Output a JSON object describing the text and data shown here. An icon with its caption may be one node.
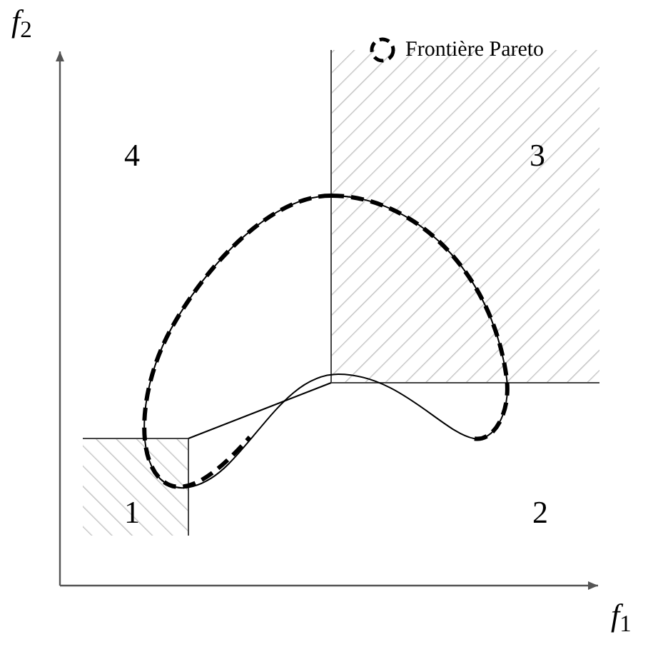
{
  "diagram": {
    "labels": [
      "*f*$_{2}$",
      "4",
      "3",
      "1",
      "2",
      "*f*$_{1}$"
    ],
    "legend": [
      {
        "text": "Frontière Pareto"
      }
    ]
  }
}
